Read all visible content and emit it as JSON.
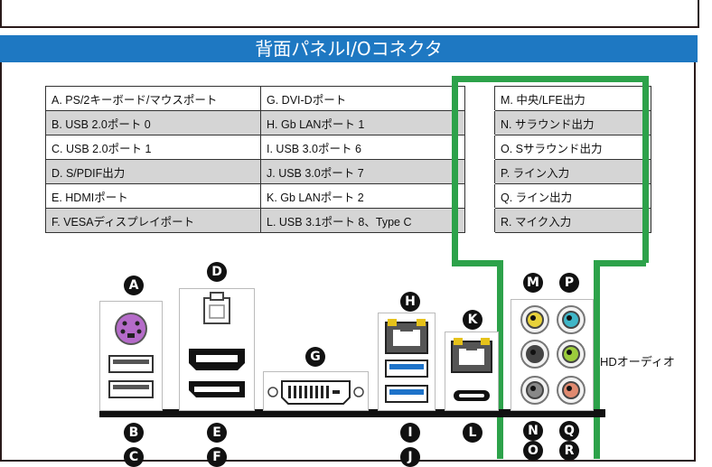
{
  "header": {
    "title": "背面パネルI/Oコネクタ"
  },
  "ports_table": {
    "rows": [
      [
        "A. PS/2キーボード/マウスポート",
        "G. DVI-Dポート",
        "M. 中央/LFE出力"
      ],
      [
        "B. USB 2.0ポート 0",
        "H. Gb LANポート 1",
        "N. サラウンド出力"
      ],
      [
        "C. USB 2.0ポート 1",
        "I. USB 3.0ポート 6",
        "O. Sサラウンド出力"
      ],
      [
        "D. S/PDIF出力",
        "J. USB 3.0ポート 7",
        "P. ライン入力"
      ],
      [
        "E. HDMIポート",
        "K. Gb LANポート 2",
        "Q. ライン出力"
      ],
      [
        "F. VESAディスプレイポート",
        "L. USB 3.1ポート 8、Type C",
        "R. マイク入力"
      ]
    ]
  },
  "diagram": {
    "labels": {
      "A": "A",
      "B": "B",
      "C": "C",
      "D": "D",
      "E": "E",
      "F": "F",
      "G": "G",
      "H": "H",
      "I": "I",
      "J": "J",
      "K": "K",
      "L": "L",
      "M": "M",
      "N": "N",
      "O": "O",
      "P": "P",
      "Q": "Q",
      "R": "R"
    },
    "audio_label": "HDオーディオ",
    "jack_colors": {
      "center_lfe": "#e8d23a",
      "line_in": "#3fb6c8",
      "surround": "#444444",
      "line_out": "#9ccc3c",
      "side_surround": "#888888",
      "mic": "#e08a70"
    }
  },
  "colors": {
    "band": "#1e78c2",
    "highlight": "#2da24a"
  }
}
